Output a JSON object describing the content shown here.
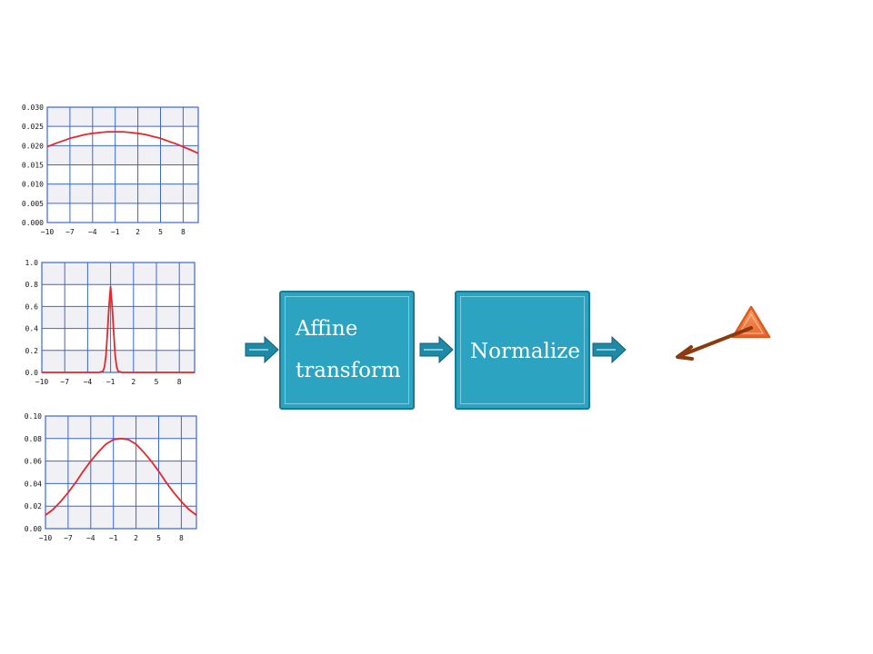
{
  "diagram": {
    "boxes": [
      {
        "id": "affine",
        "label_line1": "Affine",
        "label_line2": "transform"
      },
      {
        "id": "normalize",
        "label": "Normalize"
      }
    ],
    "colors": {
      "box_fill": "#2ba3c1",
      "box_border": "#1b7a93",
      "arrow_fill": "#1f8aa6",
      "triangle": "#f07a3a",
      "pointer": "#8b3a10",
      "curve": "#e8262a",
      "grid": "#3a66d6"
    },
    "icons": [
      "flow-arrow-icon",
      "warning-triangle-icon",
      "pointer-arrow-icon"
    ]
  },
  "chart_data": [
    {
      "type": "line",
      "x": [
        -10,
        -9,
        -8,
        -7,
        -6,
        -5,
        -4,
        -3,
        -2,
        -1,
        0,
        1,
        2,
        3,
        4,
        5,
        6,
        7,
        8,
        9,
        10
      ],
      "series": [
        {
          "values": [
            0.0197,
            0.0205,
            0.0212,
            0.0219,
            0.0224,
            0.0229,
            0.0232,
            0.0234,
            0.0236,
            0.0236,
            0.0236,
            0.0234,
            0.0232,
            0.0229,
            0.0224,
            0.0219,
            0.0212,
            0.0205,
            0.0197,
            0.0189,
            0.018
          ]
        }
      ],
      "xlim": [
        -10,
        10
      ],
      "ylim": [
        0,
        0.03
      ],
      "xticks": [
        "-10",
        "-7",
        "-4",
        "-1",
        "2",
        "5",
        "8"
      ],
      "yticks": [
        "0.000",
        "0.005",
        "0.010",
        "0.015",
        "0.020",
        "0.025",
        "0.030"
      ],
      "grid": true
    },
    {
      "type": "line",
      "x": [
        -10,
        -4,
        -2.5,
        -2,
        -1.8,
        -1.6,
        -1.4,
        -1.2,
        -1,
        -0.8,
        -0.6,
        -0.4,
        -0.2,
        0,
        0.5,
        2,
        10
      ],
      "series": [
        {
          "values": [
            0,
            0,
            0,
            0.01,
            0.05,
            0.16,
            0.37,
            0.61,
            0.78,
            0.61,
            0.37,
            0.16,
            0.05,
            0.01,
            0,
            0,
            0
          ]
        }
      ],
      "xlim": [
        -10,
        10
      ],
      "ylim": [
        0,
        1.0
      ],
      "xticks": [
        "-10",
        "-7",
        "-4",
        "-1",
        "2",
        "5",
        "8"
      ],
      "yticks": [
        "0.0",
        "0.2",
        "0.4",
        "0.6",
        "0.8",
        "1.0"
      ],
      "grid": true
    },
    {
      "type": "line",
      "x": [
        -10,
        -9,
        -8,
        -7,
        -6,
        -5,
        -4,
        -3,
        -2,
        -1,
        0,
        1,
        2,
        3,
        4,
        5,
        6,
        7,
        8,
        9,
        10
      ],
      "series": [
        {
          "values": [
            0.012,
            0.017,
            0.024,
            0.032,
            0.041,
            0.051,
            0.06,
            0.068,
            0.075,
            0.079,
            0.08,
            0.079,
            0.075,
            0.068,
            0.06,
            0.051,
            0.041,
            0.032,
            0.024,
            0.017,
            0.012
          ]
        }
      ],
      "xlim": [
        -10,
        10
      ],
      "ylim": [
        0,
        0.1
      ],
      "xticks": [
        "-10",
        "-7",
        "-4",
        "-1",
        "2",
        "5",
        "8"
      ],
      "yticks": [
        "0.00",
        "0.02",
        "0.04",
        "0.06",
        "0.08",
        "0.10"
      ],
      "grid": true
    }
  ]
}
